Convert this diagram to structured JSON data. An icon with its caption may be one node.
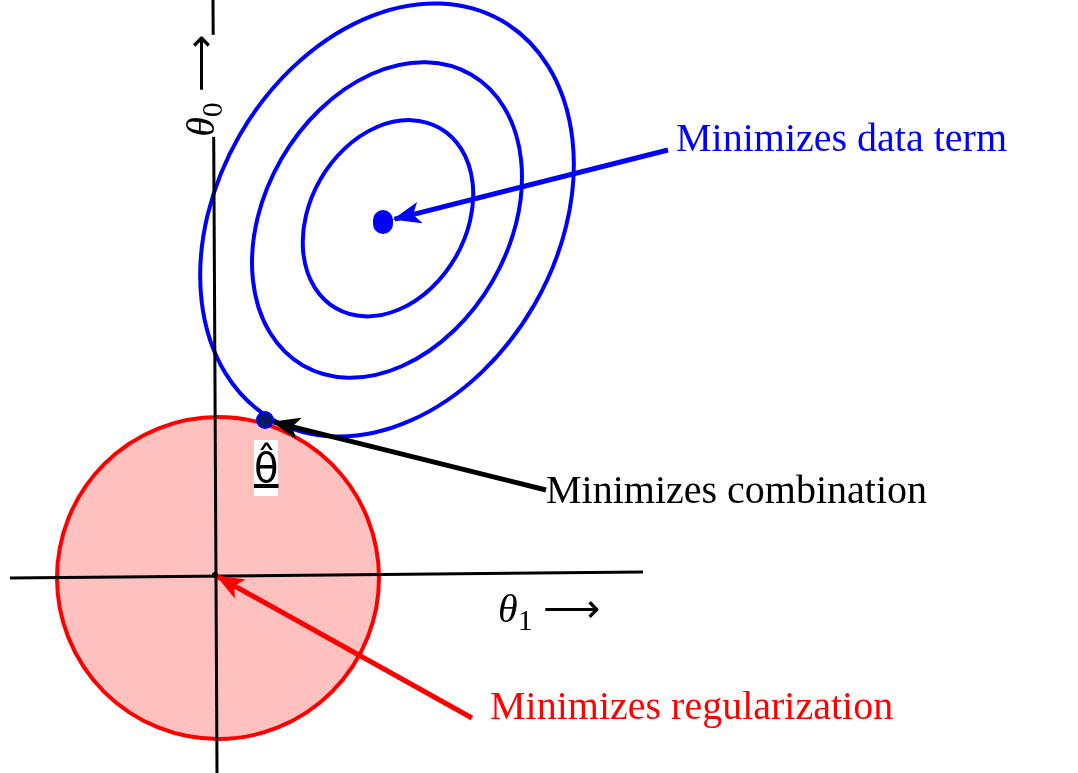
{
  "diagram": {
    "nodes": [
      {
        "text": [
          "Minimizes data term"
        ]
      },
      {
        "text": [],
        "shape": "circle"
      },
      {
        "text": [
          "Minimizes combination"
        ]
      },
      {
        "text": [],
        "shape": "circle"
      },
      {
        "text": [
          "Minimizes regularization"
        ]
      },
      {
        "text": [],
        "shape": "point"
      }
    ],
    "edges": [
      {
        "from": 0,
        "to": 1,
        "arrow": "to",
        "color": "#0000ff"
      },
      {
        "from": 2,
        "to": 3,
        "arrow": "to",
        "color": "#000000"
      },
      {
        "from": 4,
        "to": 5,
        "arrow": "to",
        "color": "#ff0000"
      }
    ],
    "labels": [
      "θ̂",
      "*θ*$_{0}$ ⟶",
      "*θ*$_{1}$ ⟶"
    ]
  }
}
